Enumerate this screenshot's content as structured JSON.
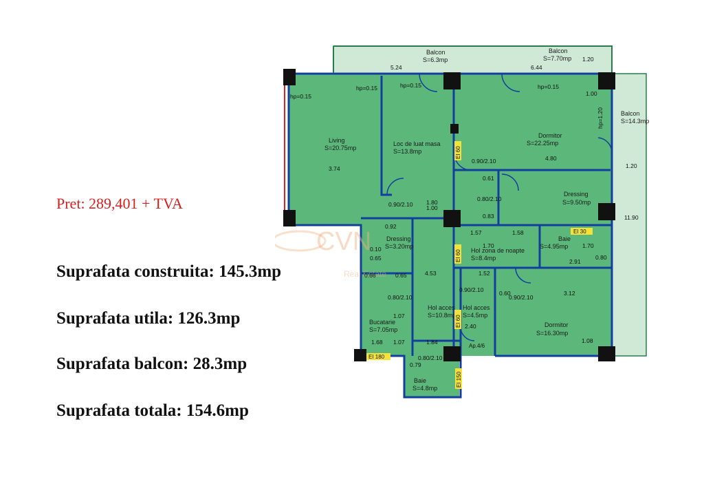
{
  "info": {
    "price": "Pret: 289,401 + TVA",
    "price_color": "#d62020",
    "built": "Suprafata construita: 145.3mp",
    "usable": "Suprafata utila: 126.3mp",
    "balcony": "Suprafata balcon: 28.3mp",
    "total": "Suprafata totala: 154.6mp"
  },
  "colors": {
    "room_fill": "#5cb87a",
    "wall": "#123f9e",
    "balcony_fill": "#cfe9d6",
    "column": "#111111",
    "el_label": "#f2e23a"
  },
  "plan": {
    "watermark": {
      "logo": "CVN",
      "sub": "Real Estate"
    },
    "balconies": [
      {
        "name": "Balcon",
        "area": "S=6.3mp"
      },
      {
        "name": "Balcon",
        "area": "S=7.70mp"
      },
      {
        "name": "Balcon",
        "area": "S=14.3mp"
      }
    ],
    "rooms": [
      {
        "name": "Living",
        "area": "S=20.75mp"
      },
      {
        "name": "Loc de luat masa",
        "area": "S=13.8mp"
      },
      {
        "name": "Dormitor",
        "area": "S=22.25mp"
      },
      {
        "name": "Dressing",
        "area": "S=9.50mp"
      },
      {
        "name": "Dressing",
        "area": "S=3.20mp"
      },
      {
        "name": "Hol zona de noapte",
        "area": "S=8.4mp"
      },
      {
        "name": "Baie",
        "area": "S=4.95mp"
      },
      {
        "name": "Hol acces",
        "area": "S=10.8mp"
      },
      {
        "name": "Hol acces",
        "area": "S=4.5mp"
      },
      {
        "name": "Bucatarie",
        "area": "S=7.05mp"
      },
      {
        "name": "Dormitor",
        "area": "S=16.30mp"
      },
      {
        "name": "Baie",
        "area": "S=4.8mp"
      }
    ],
    "dims": [
      "5.24",
      "6.44",
      "1.20",
      "hp=0.15",
      "hp=0.15",
      "hp=0.15",
      "1.00",
      "3.74",
      "1.80",
      "1.00",
      "0.90/2.10",
      "4.80",
      "0.90/2.10",
      "1.20",
      "0.61",
      "0.80/2.10",
      "0.83",
      "1.57",
      "1.58",
      "1.70",
      "2.91",
      "1.70",
      "0.80",
      "11.90",
      "4.53",
      "0.80/2.10",
      "1.07",
      "0.90/2.10",
      "2.40",
      "0.60",
      "0.90/2.10",
      "3.12",
      "1.08",
      "1.68",
      "1.07",
      "1.84",
      "0.80/2.10",
      "0.79",
      "0.65",
      "0.66",
      "0.65",
      "0.10",
      "1.52",
      "0.92",
      "hp=0.15",
      "hp=1.20"
    ],
    "tags": [
      "EI 60",
      "EI 60",
      "EI 60",
      "EI 30",
      "EI 180",
      "EI 150",
      "Ap.4/6"
    ]
  }
}
